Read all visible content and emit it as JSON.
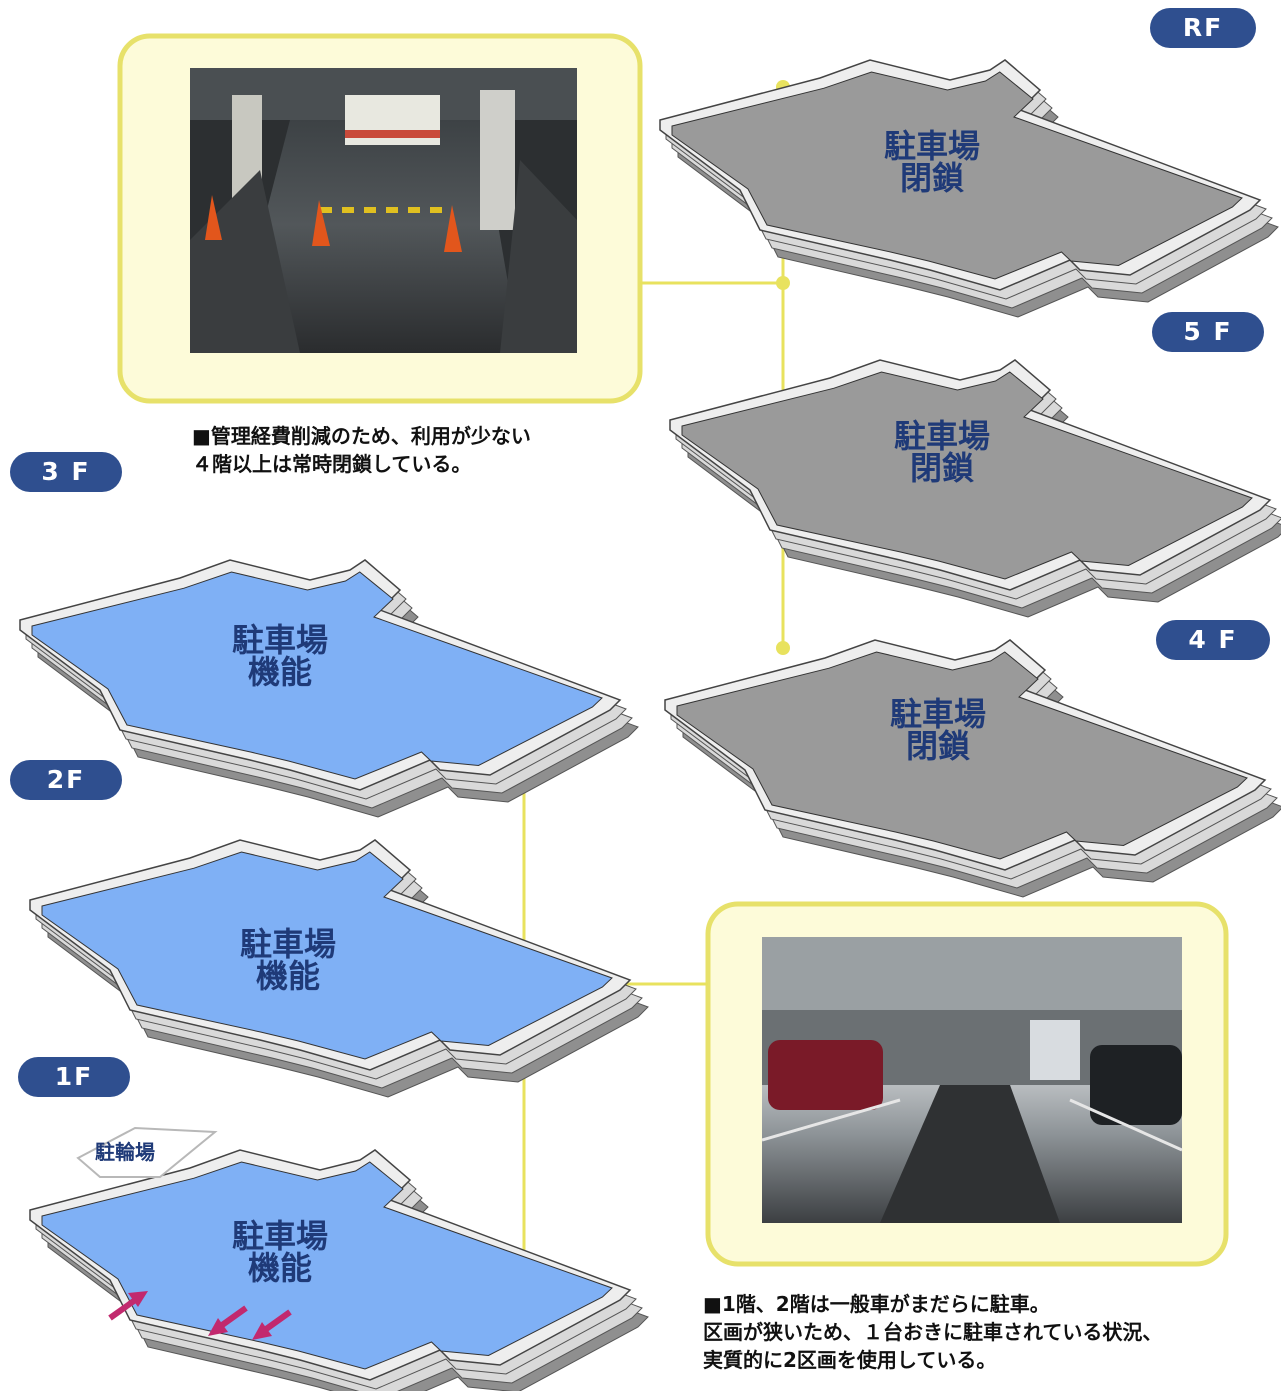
{
  "floors": [
    {
      "badge": "RF",
      "label_line1": "駐車場",
      "label_line2": "閉鎖",
      "status": "closed",
      "fill": "#9a9a9a"
    },
    {
      "badge": "5 F",
      "label_line1": "駐車場",
      "label_line2": "閉鎖",
      "status": "closed",
      "fill": "#9a9a9a"
    },
    {
      "badge": "4 F",
      "label_line1": "駐車場",
      "label_line2": "閉鎖",
      "status": "closed",
      "fill": "#9a9a9a"
    },
    {
      "badge": "3 F",
      "label_line1": "駐車場",
      "label_line2": "機能",
      "status": "active",
      "fill": "#7fb0f5"
    },
    {
      "badge": "2F",
      "label_line1": "駐車場",
      "label_line2": "機能",
      "status": "active",
      "fill": "#7fb0f5"
    },
    {
      "badge": "1F",
      "label_line1": "駐車場",
      "label_line2": "機能",
      "status": "active",
      "fill": "#7fb0f5",
      "bike_area": "駐輪場"
    }
  ],
  "captions": {
    "upper_line1": "■管理経費削減のため、利用が少ない",
    "upper_line2": "４階以上は常時閉鎖している。",
    "lower_line1": "■1階、2階は一般車がまだらに駐車。",
    "lower_line2": "区画が狭いため、１台おきに駐車されている状況、",
    "lower_line3": "実質的に2区画を使用している。"
  },
  "colors": {
    "badge": "#2f4f8f",
    "label": "#1f3a78",
    "callout_border": "#e7e16a",
    "callout_fill": "#fdfbd9",
    "connector": "#e8e25e",
    "arrow": "#c2296e"
  }
}
